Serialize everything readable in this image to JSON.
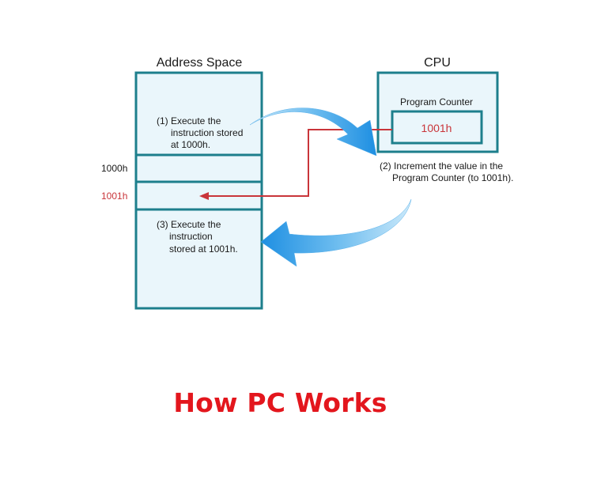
{
  "colors": {
    "box_border": "#1d7f8c",
    "box_fill": "#eaf6fb",
    "pointer_line": "#c9353a",
    "pointer_text": "#c9353a",
    "arrow_light": "#a9dbf7",
    "arrow_dark": "#1e8fe2",
    "footer_title": "#e3161d"
  },
  "address_space": {
    "title": "Address Space",
    "step1_line1": "(1) Execute the",
    "step1_line2": "instruction stored",
    "step1_line3": "at 1000h.",
    "step3_line1": "(3) Execute the",
    "step3_line2": "instruction",
    "step3_line3": "stored at 1001h.",
    "addr_1000": "1000h",
    "addr_1001": "1001h"
  },
  "cpu": {
    "title": "CPU",
    "register_label": "Program Counter",
    "register_value": "1001h",
    "step2_line1": "(2) Increment the value in the",
    "step2_line2": "Program Counter (to 1001h)."
  },
  "footer": {
    "title": "How PC Works"
  }
}
